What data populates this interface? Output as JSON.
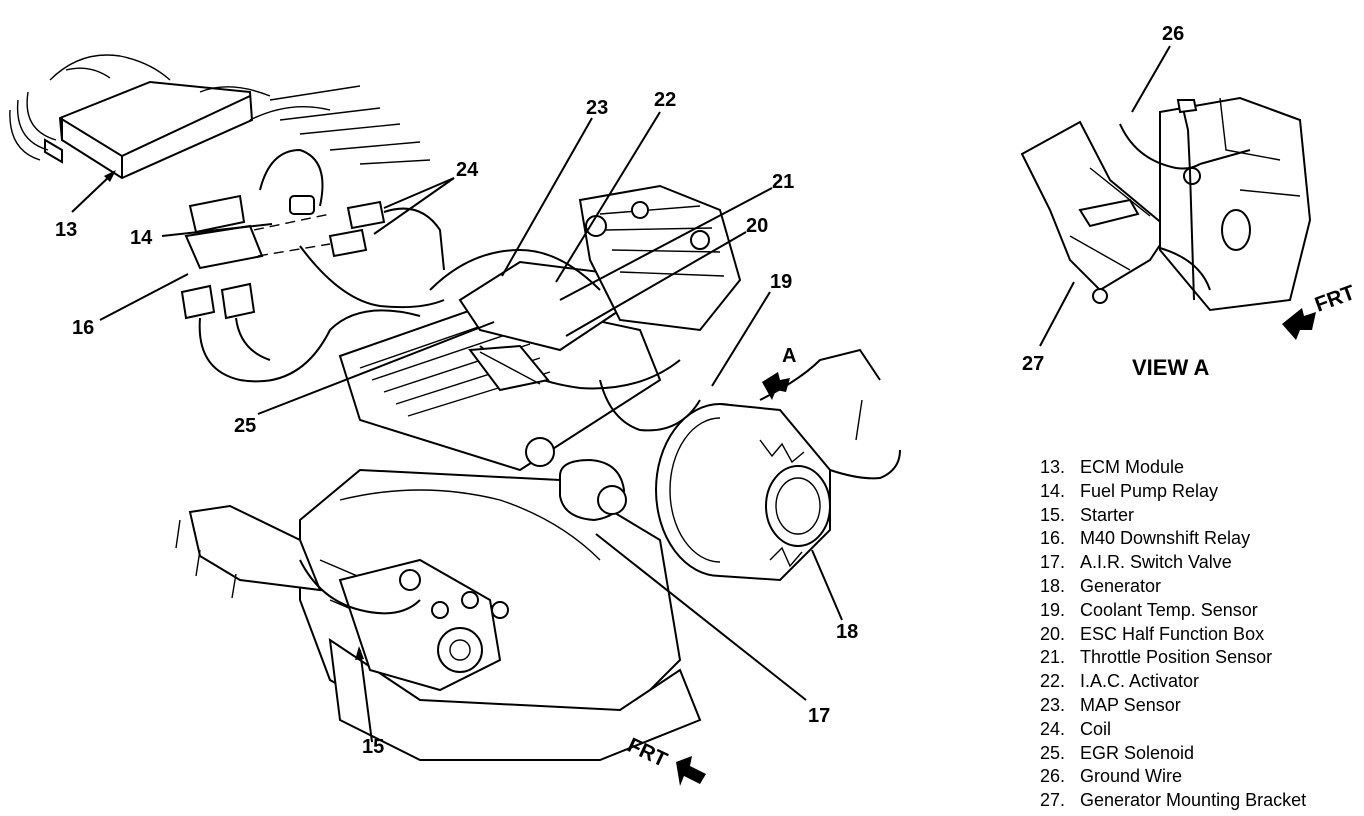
{
  "callouts": {
    "c13": "13",
    "c14": "14",
    "c15": "15",
    "c16": "16",
    "c17": "17",
    "c18": "18",
    "c19": "19",
    "c20": "20",
    "c21": "21",
    "c22": "22",
    "c23": "23",
    "c24": "24",
    "c25": "25",
    "c26": "26",
    "c27": "27",
    "view_ref": "A"
  },
  "view_a": {
    "title": "VIEW A",
    "frt": "FRT"
  },
  "main_frt": "FRT",
  "legend": [
    {
      "num": "13.",
      "text": "ECM Module"
    },
    {
      "num": "14.",
      "text": "Fuel Pump Relay"
    },
    {
      "num": "15.",
      "text": "Starter"
    },
    {
      "num": "16.",
      "text": "M40 Downshift Relay"
    },
    {
      "num": "17.",
      "text": "A.I.R. Switch Valve"
    },
    {
      "num": "18.",
      "text": "Generator"
    },
    {
      "num": "19.",
      "text": "Coolant Temp. Sensor"
    },
    {
      "num": "20.",
      "text": "ESC Half Function Box"
    },
    {
      "num": "21.",
      "text": "Throttle Position Sensor"
    },
    {
      "num": "22.",
      "text": "I.A.C. Activator"
    },
    {
      "num": "23.",
      "text": "MAP Sensor"
    },
    {
      "num": "24.",
      "text": "Coil"
    },
    {
      "num": "25.",
      "text": "EGR Solenoid"
    },
    {
      "num": "26.",
      "text": "Ground Wire"
    },
    {
      "num": "27.",
      "text": "Generator Mounting Bracket"
    }
  ]
}
